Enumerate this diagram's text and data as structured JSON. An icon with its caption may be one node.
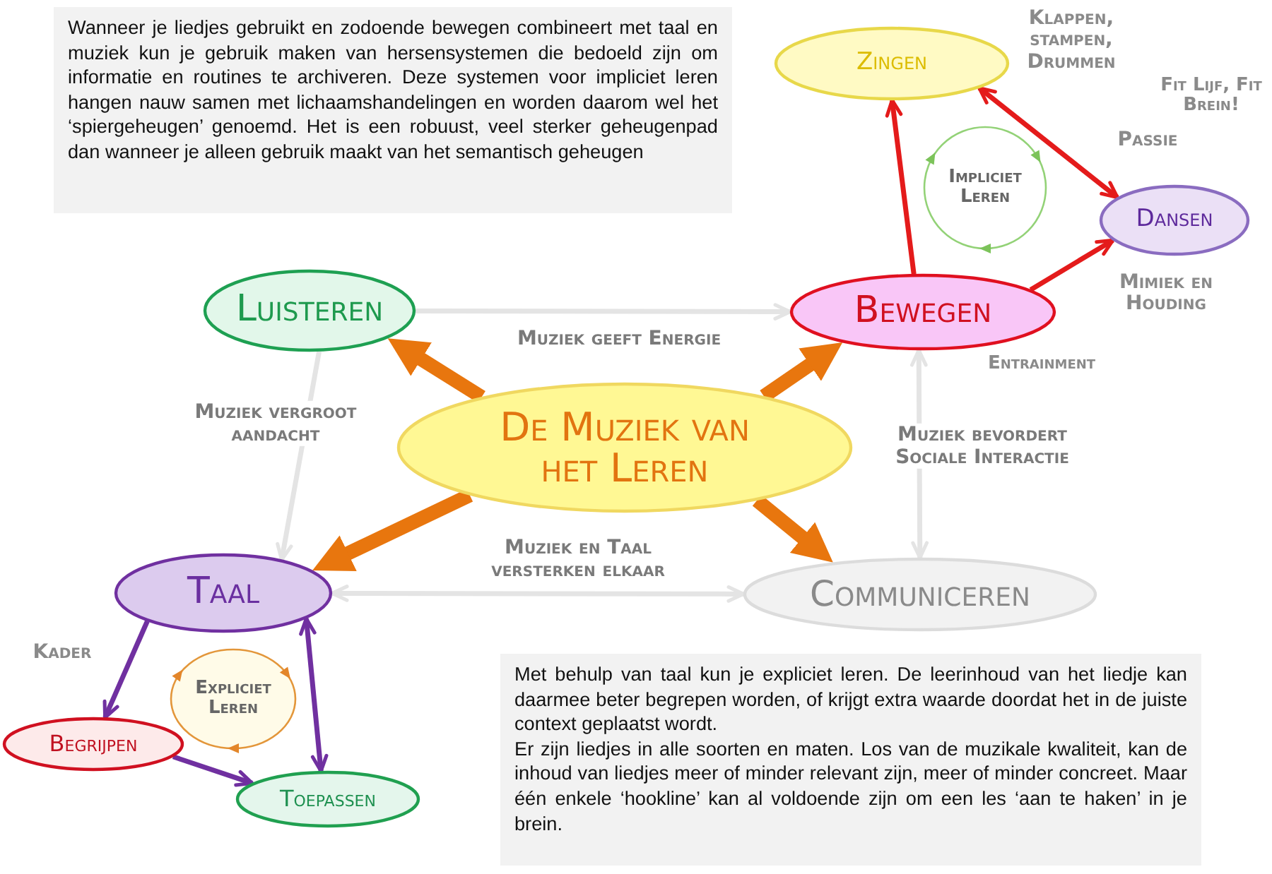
{
  "diagram": {
    "nodes": [
      {
        "text": [
          "Wanneer je liedjes gebruikt en zodoende bewegen combineert met taal en muziek kun je gebruik maken van hersensystemen die bedoeld zijn om informatie en routines te archiveren. Deze systemen voor impliciet leren hangen nauw samen met lichaamshandelingen en worden daarom wel het ‘spiergeheugen’ genoemd. Het is een robuust, veel sterker geheugenpad dan wanneer je alleen gebruik maakt van het semantisch geheugen"
        ]
      },
      {
        "text": [
          "Zingen"
        ]
      },
      {
        "text": [
          "Impliciet Leren"
        ]
      },
      {
        "text": [
          "Dansen"
        ]
      },
      {
        "text": [
          "Luisteren"
        ]
      },
      {
        "text": [
          "Bewegen"
        ]
      },
      {
        "text": [
          "De Muziek van het Leren"
        ]
      },
      {
        "text": [
          "Taal"
        ]
      },
      {
        "text": [
          "Communiceren"
        ]
      },
      {
        "text": [
          "Expliciet Leren"
        ]
      },
      {
        "text": [
          "Begrijpen"
        ]
      },
      {
        "text": [
          "Toepassen"
        ]
      },
      {
        "text": [
          "Met behulp van taal kun je expliciet leren. De leerinhoud van het liedje kan daarmee beter begrepen worden, of krijgt extra waarde doordat het in de juiste context geplaatst wordt.",
          "Er zijn liedjes in alle soorten en maten. Los van de muzikale kwaliteit, kan de inhoud van liedjes meer of minder relevant zijn, meer of minder concreet. Maar één enkele ‘hookline’ kan al voldoende zijn om een les ‘aan te haken’ in je brein."
        ]
      }
    ],
    "edges": [
      {
        "from": 6,
        "to": 4,
        "arrow": "to",
        "style": "thick",
        "color": "#e8760e"
      },
      {
        "from": 6,
        "to": 5,
        "arrow": "to",
        "style": "thick",
        "color": "#e8760e"
      },
      {
        "from": 6,
        "to": 7,
        "arrow": "to",
        "style": "thick",
        "color": "#e8760e"
      },
      {
        "from": 6,
        "to": 8,
        "arrow": "to",
        "style": "thick",
        "color": "#e8760e"
      },
      {
        "from": 4,
        "to": 5,
        "arrow": "to",
        "label": "Muziek geeft Energie",
        "color": "#e4e4e4"
      },
      {
        "from": 4,
        "to": 7,
        "arrow": "to",
        "label": "Muziek vergroot aandacht",
        "color": "#e4e4e4"
      },
      {
        "from": 5,
        "to": 8,
        "arrow": "both",
        "label": "Muziek bevordert Sociale Interactie",
        "color": "#e4e4e4"
      },
      {
        "from": 7,
        "to": 8,
        "arrow": "both",
        "label": "Muziek en Taal versterken elkaar",
        "color": "#e4e4e4"
      },
      {
        "from": 5,
        "to": 1,
        "arrow": "to",
        "color": "#e41b1b"
      },
      {
        "from": 5,
        "to": 3,
        "arrow": "to",
        "color": "#e41b1b"
      },
      {
        "from": 1,
        "to": 3,
        "arrow": "both",
        "color": "#e41b1b"
      },
      {
        "from": 7,
        "to": 10,
        "arrow": "to",
        "color": "#7030a0"
      },
      {
        "from": 10,
        "to": 11,
        "arrow": "to",
        "color": "#7030a0"
      },
      {
        "from": 7,
        "to": 11,
        "arrow": "both",
        "color": "#7030a0"
      }
    ],
    "labels": [
      "Klappen, stampen, Drummen",
      "Fit Lijf, Fit Brein!",
      "Passie",
      "Mimiek en Houding",
      "Entrainment",
      "Kader"
    ]
  }
}
